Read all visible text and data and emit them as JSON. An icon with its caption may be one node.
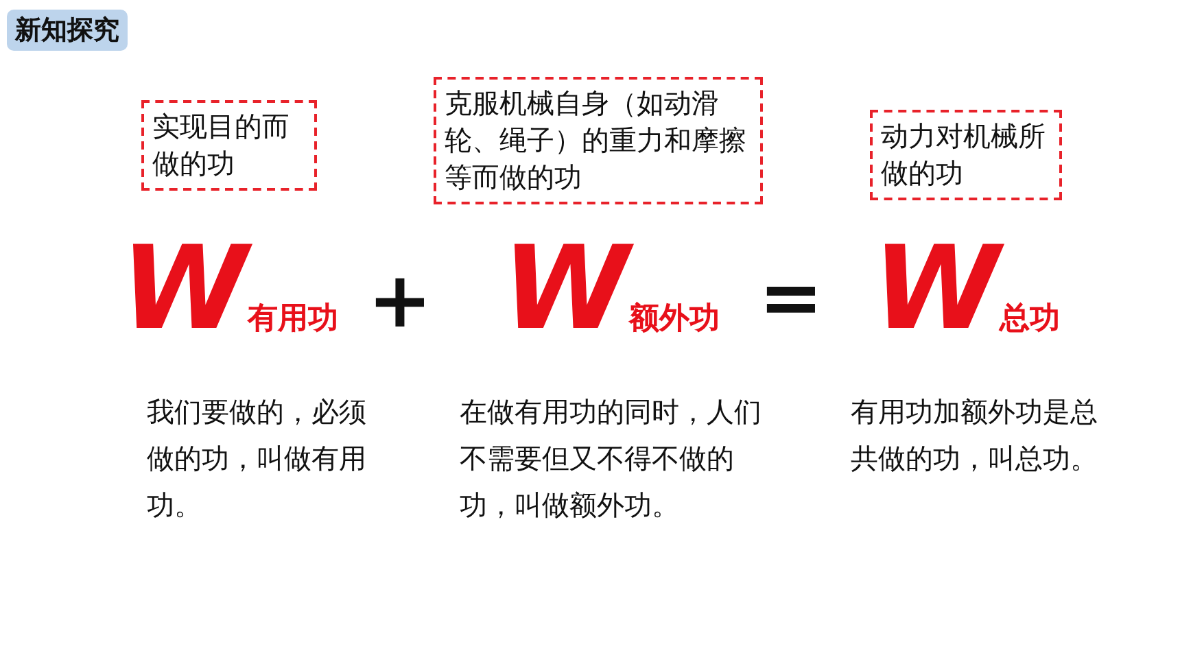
{
  "diagram": {
    "title": "新知探究",
    "nodes": [
      {
        "text": [
          "实现目的而做的功"
        ]
      },
      {
        "text": [
          "克服机械自身（如动滑轮、绳子）的重力和摩擦等而做的功"
        ]
      },
      {
        "text": [
          "动力对机械所做的功"
        ]
      }
    ],
    "labels": [
      "W$_{有用功}$",
      "+",
      "W$_{额外功}$",
      "=",
      "W$_{总功}$",
      "我们要做的，必须做的功，叫做有用功。",
      "在做有用功的同时，人们不需要但又不得不做的功，叫做额外功。",
      "有用功加额外功是总共做的功，叫总功。"
    ]
  }
}
